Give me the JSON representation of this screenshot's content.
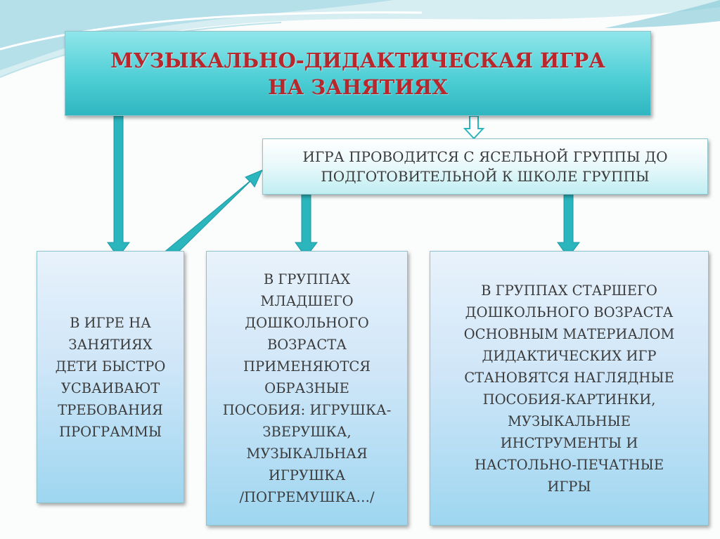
{
  "title": {
    "line1": "МУЗЫКАЛЬНО-ДИДАКТИЧЕСКАЯ ИГРА",
    "line2": "НА  ЗАНЯТИЯХ"
  },
  "subtitle_box": {
    "text": "ИГРА ПРОВОДИТСЯ  С  ЯСЕЛЬНОЙ ГРУППЫ ДО\nПОДГОТОВИТЕЛЬНОЙ К ШКОЛЕ ГРУППЫ"
  },
  "cards": [
    {
      "text": "В ИГРЕ НА\nЗАНЯТИЯХ\nДЕТИ БЫСТРО\nУСВАИВАЮТ\nТРЕБОВАНИЯ\nПРОГРАММЫ"
    },
    {
      "text": "В ГРУППАХ\nМЛАДШЕГО\nДОШКОЛЬНОГО\nВОЗРАСТА\nПРИМЕНЯЮТСЯ\nОБРАЗНЫЕ\nПОСОБИЯ: ИГРУШКА-\nЗВЕРУШКА,\nМУЗЫКАЛЬНАЯ\nИГРУШКА\n/ПОГРЕМУШКА…/"
    },
    {
      "text": "В ГРУППАХ СТАРШЕГО\nДОШКОЛЬНОГО ВОЗРАСТА\nОСНОВНЫМ МАТЕРИАЛОМ\nДИДАКТИЧЕСКИХ ИГР\nСТАНОВЯТСЯ НАГЛЯДНЫЕ\nПОСОБИЯ-КАРТИНКИ,\nМУЗЫКАЛЬНЫЕ\nИНСТРУМЕНТЫ И\nНАСТОЛЬНО-ПЕЧАТНЫЕ\nИГРЫ"
    }
  ],
  "colors": {
    "accent": "#2fb6c0",
    "title_text": "#b8272c",
    "arrow": "#2bb5bd"
  }
}
